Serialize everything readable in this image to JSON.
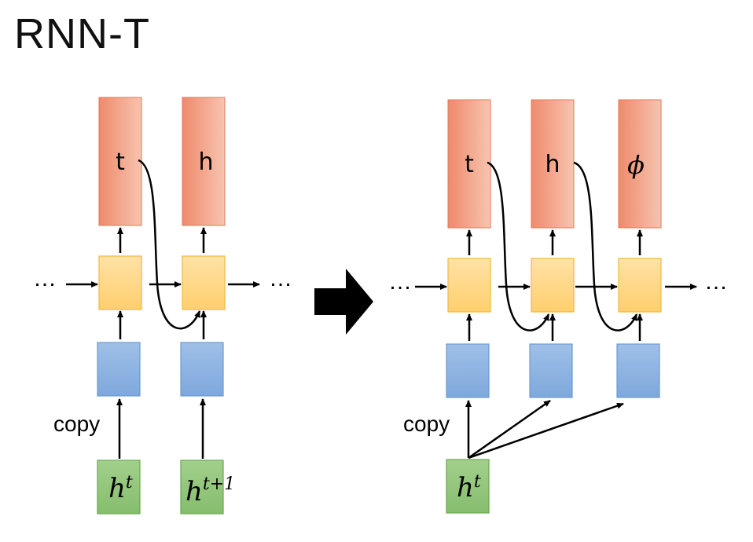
{
  "title": "RNN-T",
  "left": {
    "outputs": [
      "t",
      "h"
    ],
    "inputs": [
      {
        "base": "h",
        "sup": "t"
      },
      {
        "base": "h",
        "sup": "t+1"
      }
    ],
    "copy_label": "copy",
    "ellipsis_left": "…",
    "ellipsis_right": "…"
  },
  "right": {
    "outputs": [
      "t",
      "h",
      "ϕ"
    ],
    "inputs": [
      {
        "base": "h",
        "sup": "t"
      }
    ],
    "copy_label": "copy",
    "ellipsis_left": "…",
    "ellipsis_right": "…"
  },
  "colors": {
    "output_start": "#ef8a6c",
    "output_end": "#f6c0aa",
    "rnn_fill": "#ffd27f",
    "rnn_stroke": "#f0b840",
    "encoder_fill": "#8db4e2",
    "encoder_stroke": "#6c9bd2",
    "input_fill": "#93c47d",
    "input_stroke": "#6aa84f",
    "transform_arrow": "#000000"
  }
}
